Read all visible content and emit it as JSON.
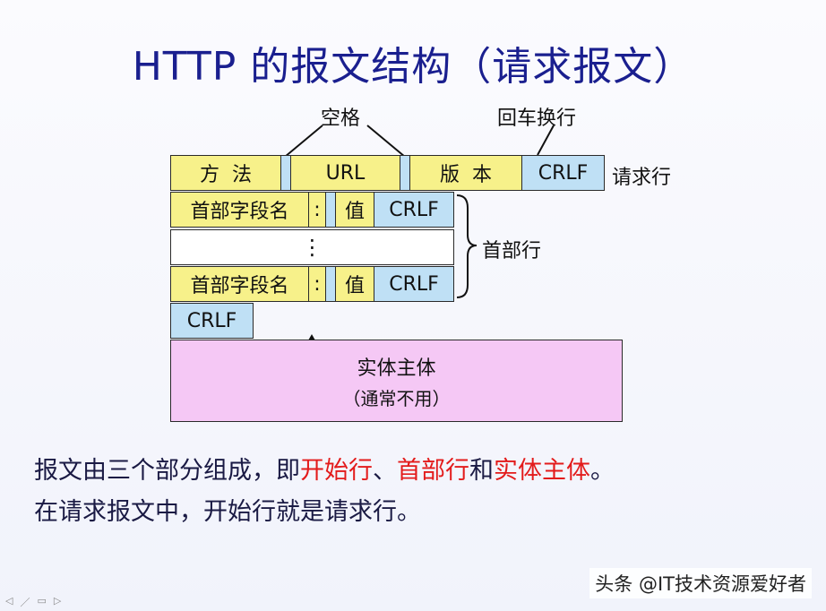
{
  "title": "HTTP 的报文结构（请求报文）",
  "annotations": {
    "space": "空格",
    "crlf_note": "回车换行",
    "request_line": "请求行",
    "header_lines": "首部行"
  },
  "request_line": {
    "method": "方  法",
    "url": "URL",
    "version": "版  本",
    "crlf": "CRLF"
  },
  "header_rows": [
    {
      "name": "首部字段名",
      "colon": ":",
      "value": "值",
      "crlf": "CRLF"
    },
    {
      "name": "首部字段名",
      "colon": ":",
      "value": "值",
      "crlf": "CRLF"
    }
  ],
  "ellipsis": "⋮",
  "empty_line_crlf": "CRLF",
  "entity": {
    "line1": "实体主体",
    "line2": "（通常不用）"
  },
  "text": {
    "line1_part1": "报文由三个部分组成，即",
    "line1_red1": "开始行",
    "line1_sep": "、",
    "line1_red2": "首部行",
    "line1_and": "和",
    "line1_red3": "实体主体",
    "line1_end": "。",
    "line2": "在请求报文中，开始行就是请求行。"
  },
  "watermark": "头条 @IT技术资源爱好者",
  "colors": {
    "title": "#1a1f8f",
    "yellow_cell": "#f7f18a",
    "blue_cell": "#bfe0f5",
    "pink_entity": "#f5c8f5",
    "highlight_red": "#e31b1b"
  }
}
